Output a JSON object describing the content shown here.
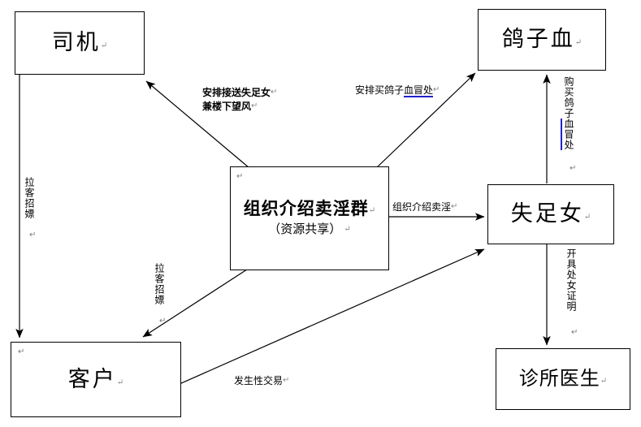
{
  "diagram": {
    "title": "organized-prostitution-network-flow",
    "background": "#ffffff",
    "stroke": "#000000",
    "highlight_color": "#2222cc",
    "paragraph_mark": "↵"
  },
  "nodes": {
    "driver": {
      "label": "司机",
      "sub": ""
    },
    "blood": {
      "label": "鸽子血",
      "sub": ""
    },
    "group": {
      "label": "组织介绍卖淫群",
      "sub": "（资源共享）"
    },
    "woman": {
      "label": "失足女",
      "sub": ""
    },
    "customer": {
      "label": "客户",
      "sub": ""
    },
    "doctor": {
      "label": "诊所医生",
      "sub": ""
    }
  },
  "edge_labels": {
    "arrange_pickup_line1": "安排接送失足女",
    "arrange_pickup_line2": "兼楼下望风",
    "arrange_buy_blood_plain": "安排买鸽子",
    "arrange_buy_blood_hl": "血冒处",
    "buy_blood_vert_plain": "购买鸽子",
    "buy_blood_vert_hl": "血冒处",
    "solicit_left": "拉客招嫖",
    "solicit_mid": "拉客招嫖",
    "organize_intro": "组织介绍卖淫",
    "sex_transaction": "发生性交易",
    "virgin_certificate": "开具处女证明"
  }
}
